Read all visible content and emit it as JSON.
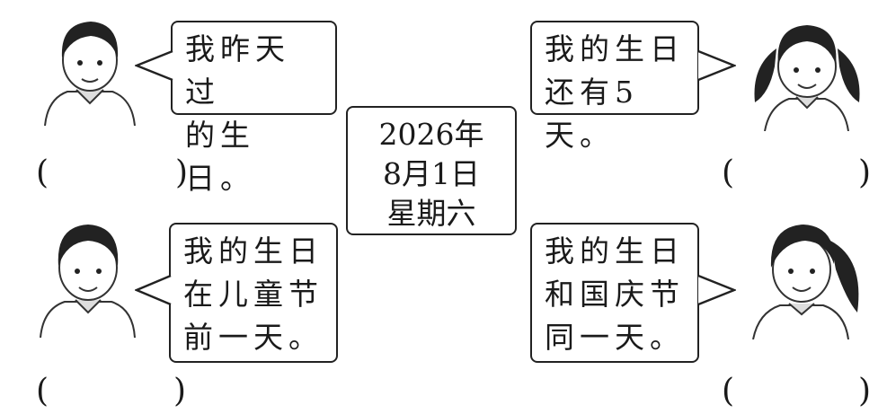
{
  "center_date": {
    "year": "2026年",
    "date": "8月1日",
    "weekday": "星期六"
  },
  "bubbles": {
    "top_left": "我昨天过\n的生日。",
    "top_right": "我的生日\n还有5天。",
    "bottom_left": "我的生日\n在儿童节\n前一天。",
    "bottom_right": "我的生日\n和国庆节\n同一天。"
  },
  "answer_brackets": {
    "open": "(",
    "close": ")"
  }
}
